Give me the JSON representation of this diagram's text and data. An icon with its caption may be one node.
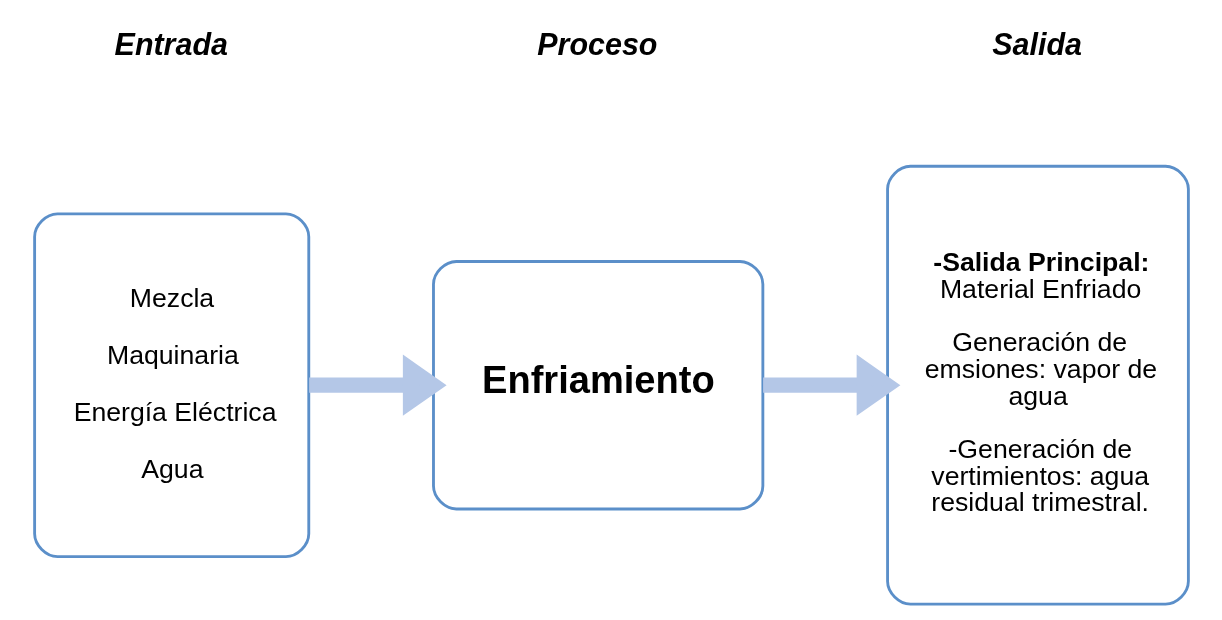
{
  "diagram": {
    "nodes": [
      {
        "text": [
          "Mezcla",
          "Maquinaria",
          "Energía Eléctrica",
          "Agua"
        ]
      },
      {
        "text": [
          "Enfriamiento"
        ]
      },
      {
        "text": [
          "**-Salida Principal:** Material Enfriado",
          "Generación de emsiones: vapor de agua",
          "-Generación de vertimientos: agua residual trimestral."
        ]
      }
    ],
    "edges": [
      {
        "from": 0,
        "to": 1,
        "arrow": "to"
      },
      {
        "from": 1,
        "to": 2,
        "arrow": "to"
      }
    ],
    "labels": [
      "Entrada",
      "Proceso",
      "Salida"
    ]
  }
}
